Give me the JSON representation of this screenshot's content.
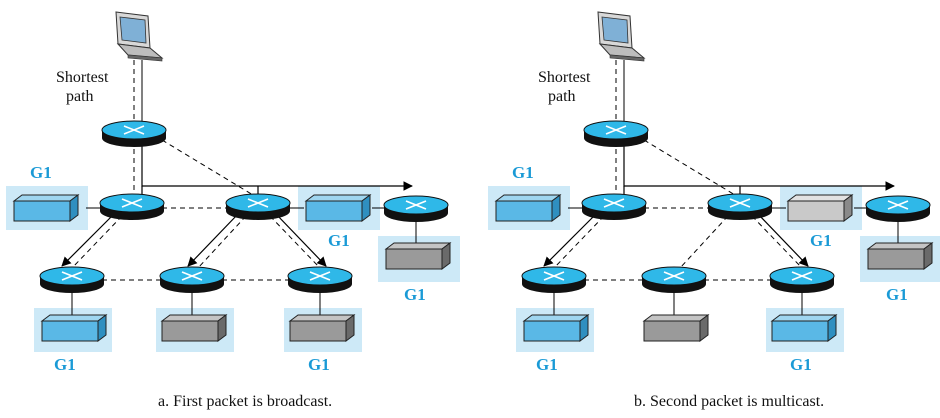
{
  "panels": [
    {
      "caption": "a. First packet is broadcast.",
      "source_label_line1": "Shortest",
      "source_label_line2": "path",
      "group_label": "G1"
    },
    {
      "caption": "b. Second packet is multicast.",
      "source_label_line1": "Shortest",
      "source_label_line2": "path",
      "group_label": "G1"
    }
  ],
  "colors": {
    "router_top": "#2fb8e8",
    "router_side": "#111111",
    "group_highlight": "#cde9f7",
    "host_blue": "#5ab8e6",
    "host_gray": "#9a9a9a",
    "label_blue": "#1a9ad6"
  },
  "icons": [
    "laptop-icon",
    "router-icon",
    "host-icon",
    "arrow-icon"
  ]
}
